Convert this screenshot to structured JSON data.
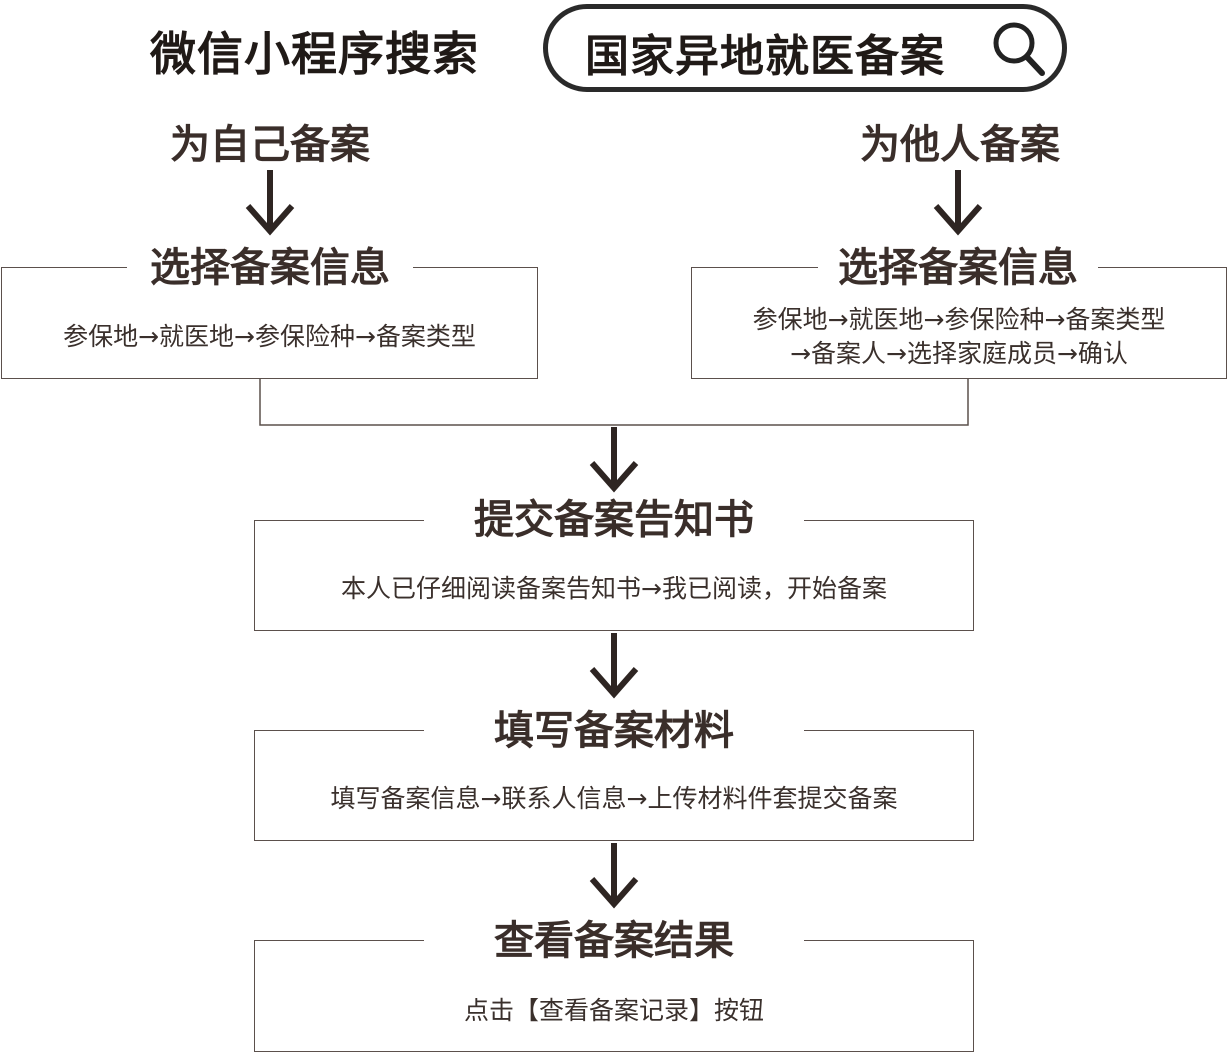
{
  "header": {
    "prompt_label": "微信小程序搜索",
    "search_text": "国家异地就医备案",
    "icon": "search-icon"
  },
  "branches": {
    "self_label": "为自己备案",
    "other_label": "为他人备案"
  },
  "steps": {
    "select_self": {
      "title": "选择备案信息",
      "text": "参保地→就医地→参保险种→备案类型"
    },
    "select_other": {
      "title": "选择备案信息",
      "text_line1": "参保地→就医地→参保险种→备案类型",
      "text_line2": "→备案人→选择家庭成员→确认"
    },
    "notice": {
      "title": "提交备案告知书",
      "text": "本人已仔细阅读备案告知书→我已阅读，开始备案"
    },
    "materials": {
      "title": "填写备案材料",
      "text": "填写备案信息→联系人信息→上传材料件套提交备案"
    },
    "result": {
      "title": "查看备案结果",
      "text": "点击【查看备案记录】按钮"
    }
  },
  "colors": {
    "arrow": "#2e2522",
    "box_border": "#5b504c",
    "text": "#3a2e2a"
  }
}
